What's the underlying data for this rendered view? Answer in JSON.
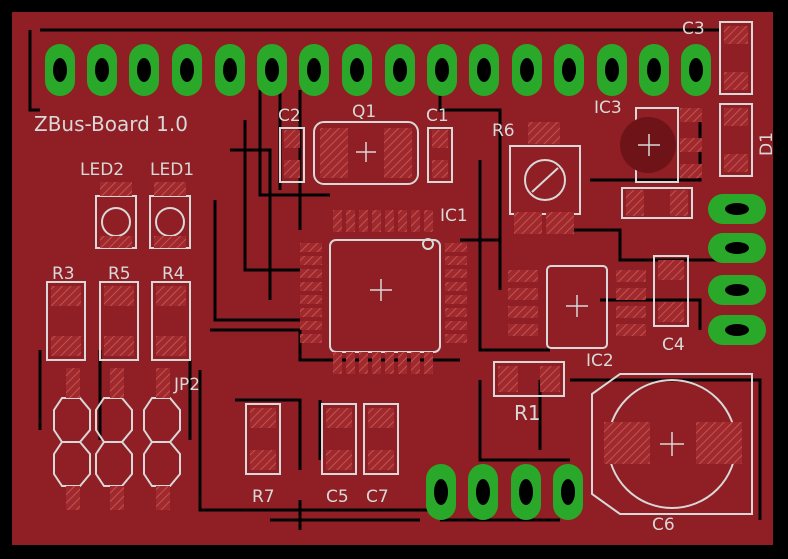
{
  "board": {
    "title": "ZBus-Board 1.0",
    "colors": {
      "background": "#000000",
      "copper": "#8f1f24",
      "copper_dark": "#6e1418",
      "trace": "#a32a2f",
      "pad": "#9e2a2e",
      "hatch": "#c04040",
      "silkscreen": "#d8d8d8",
      "via_green": "#2aa82a",
      "via_core": "#9cf09c"
    }
  },
  "labels": {
    "c1": "C1",
    "c2": "C2",
    "c3": "C3",
    "c4": "C4",
    "c5": "C5",
    "c6": "C6",
    "c7": "C7",
    "q1": "Q1",
    "ic1": "IC1",
    "ic2": "IC2",
    "ic3": "IC3",
    "r1": "R1",
    "r3": "R3",
    "r4": "R4",
    "r5": "R5",
    "r6": "R6",
    "r7": "R7",
    "led1": "LED1",
    "led2": "LED2",
    "jp2": "JP2",
    "d1": "D1"
  }
}
